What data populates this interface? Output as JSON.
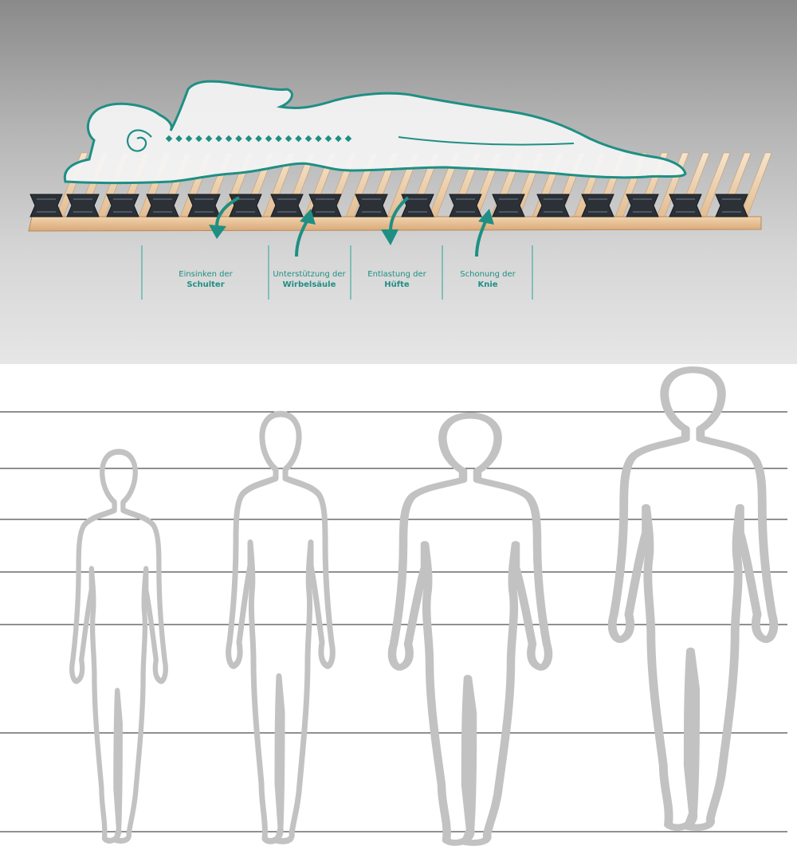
{
  "zones": [
    {
      "line1": "Einsinken der",
      "line2": "Schulter"
    },
    {
      "line1": "Unterstützung der",
      "line2": "Wirbelsäule"
    },
    {
      "line1": "Entlastung der",
      "line2": "Hüfte"
    },
    {
      "line1": "Schonung der",
      "line2": "Knie"
    }
  ],
  "colors": {
    "accent": "#1f8f84",
    "frame_wood": "#e8c39a",
    "cap": "#2c3138",
    "figure": "#c2c2c2",
    "line": "#222222"
  },
  "icons": [
    "sleeping-body-outline",
    "spine-dots",
    "arrow-down-icon",
    "arrow-up-icon",
    "human-silhouette"
  ]
}
